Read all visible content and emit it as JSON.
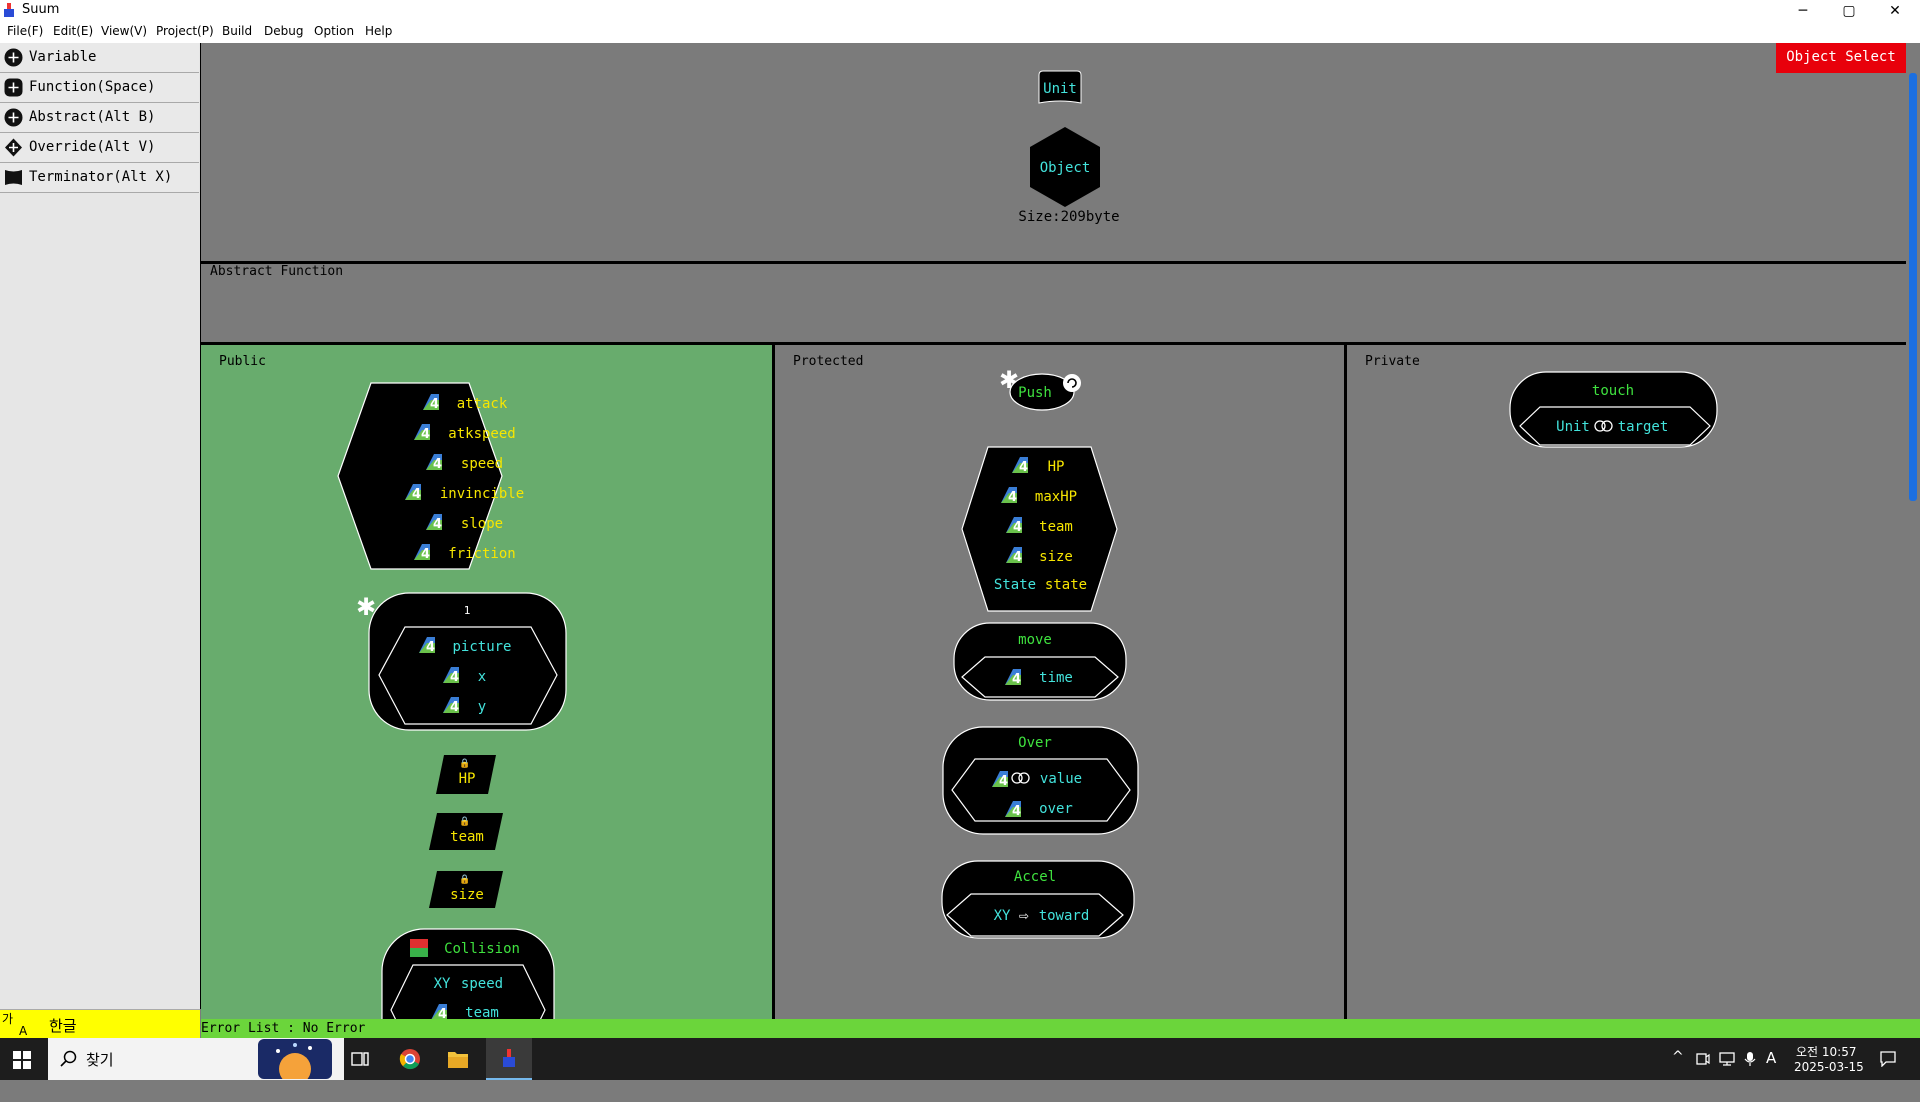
{
  "window": {
    "title": "Suum",
    "controls": [
      "─",
      "▢",
      "✕"
    ]
  },
  "menu": [
    "File(F)",
    "Edit(E)",
    "View(V)",
    "Project(P)",
    "Build",
    "Debug",
    "Option",
    "Help"
  ],
  "left_panel": {
    "items": [
      {
        "label": "Variable",
        "icon": "plus-circle-icon"
      },
      {
        "label": "Function(Space)",
        "icon": "plus-circle-icon"
      },
      {
        "label": "Abstract(Alt B)",
        "icon": "plus-circle-icon"
      },
      {
        "label": "Override(Alt V)",
        "icon": "override-diamond-icon"
      },
      {
        "label": "Terminator(Alt X)",
        "icon": "terminator-icon"
      }
    ]
  },
  "object_select_button": "Object Select",
  "top": {
    "parent_label": "Unit",
    "object_label": "Object",
    "size_text": "Size:209byte"
  },
  "abstract_label": "Abstract Function",
  "sections": {
    "public": "Public",
    "protected": "Protected",
    "private": "Private"
  },
  "public": {
    "var_group": [
      "attack",
      "atkspeed",
      "speed",
      "invincible",
      "slope",
      "friction"
    ],
    "func1": {
      "name": "1",
      "params": [
        "picture",
        "x",
        "y"
      ]
    },
    "locked_vars": [
      "HP",
      "team",
      "size"
    ],
    "collision": {
      "name": "Collision",
      "params": [
        {
          "type": "XY",
          "name": "speed"
        },
        {
          "type": "",
          "name": "team"
        }
      ]
    }
  },
  "protected": {
    "push": "Push",
    "var_group": [
      "HP",
      "maxHP",
      "team",
      "size"
    ],
    "state_row": {
      "type": "State",
      "name": "state"
    },
    "move": {
      "name": "move",
      "params": [
        "time"
      ]
    },
    "over": {
      "name": "Over",
      "params": [
        "value",
        "over"
      ]
    },
    "accel": {
      "name": "Accel",
      "param_type": "XY",
      "param_arrow": "⇨",
      "param_name": "toward"
    }
  },
  "private": {
    "touch": {
      "name": "touch",
      "param_type": "Unit",
      "param_name": "target"
    }
  },
  "status": {
    "error_list": "Error List : No Error"
  },
  "ime": {
    "ga": "가",
    "a": "A",
    "label": "한글"
  },
  "taskbar": {
    "search_label": "찾기",
    "time": "오전 10:57",
    "date": "2025-03-15",
    "ime_char": "A"
  },
  "colors": {
    "public_bg": "#68ac6d",
    "panel_bg": "#7b7b7b",
    "var_text": "#f7e600",
    "param_text": "#43e3dc",
    "func_title": "#3fe23f",
    "object_select": "#e8000b",
    "error_bar": "#6bd53b",
    "ime_bar": "#ffff00"
  }
}
